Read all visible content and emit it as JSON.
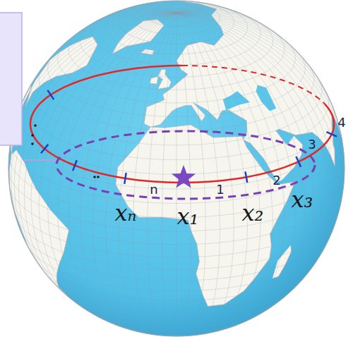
{
  "diagram": {
    "labels": [
      "4",
      "3",
      "2",
      "n",
      "1",
      "xₙ",
      "x₁",
      "x₂",
      "x₃"
    ]
  }
}
